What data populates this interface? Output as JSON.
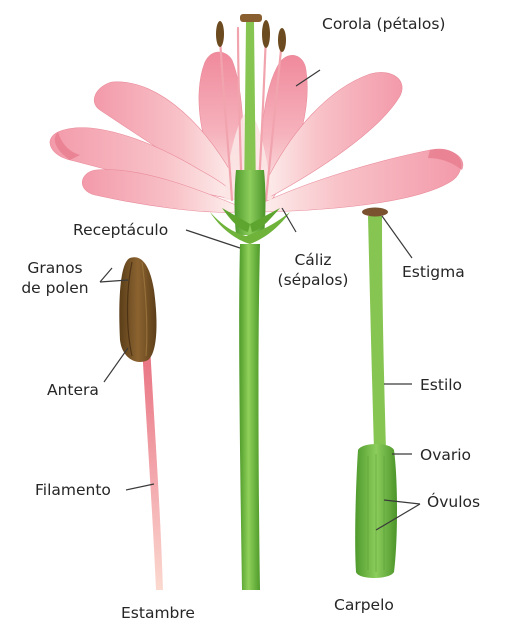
{
  "labels": {
    "corola": "Corola (pétalos)",
    "receptaculo": "Receptáculo",
    "caliz_line1": "Cáliz",
    "caliz_line2": "(sépalos)",
    "estigma": "Estigma",
    "granos_line1": "Granos",
    "granos_line2": "de polen",
    "antera": "Antera",
    "estilo": "Estilo",
    "ovario": "Ovario",
    "ovulos": "Óvulos",
    "filamento": "Filamento",
    "estambre": "Estambre",
    "carpelo": "Carpelo"
  },
  "colors": {
    "petal": "#f2a9b4",
    "petal_light": "#fbe1e3",
    "petal_dark": "#e57e90",
    "stem": "#6fbf3a",
    "stem_dark": "#4e9a2a",
    "stem_light": "#9ad563",
    "anther": "#7a5526",
    "anther_dark": "#4e3414",
    "filament": "#f2a4a9",
    "leader": "#3a3a3a",
    "text": "#262626"
  },
  "icons": [
    "lily-flower-illustration",
    "stamen-illustration",
    "carpel-illustration"
  ]
}
